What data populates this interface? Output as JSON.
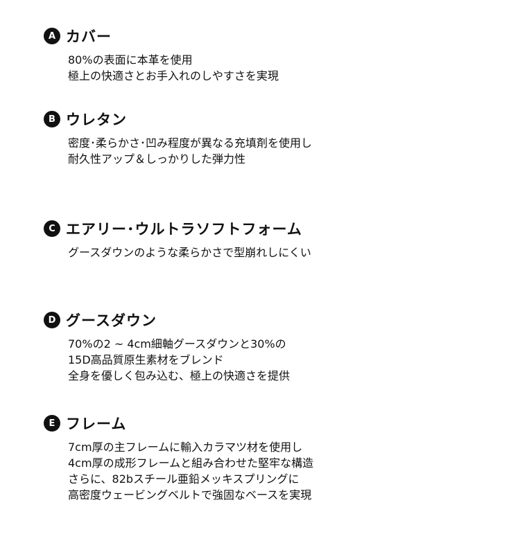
{
  "sections": [
    {
      "badge": "A",
      "title": "カバー",
      "lines": [
        "80%の表面に本革を使用",
        "極上の快適さとお手入れのしやすさを実現"
      ]
    },
    {
      "badge": "B",
      "title": "ウレタン",
      "lines": [
        "密度･柔らかさ･凹み程度が異なる充填剤を使用し",
        "耐久性アップ＆しっかりした弾力性"
      ]
    },
    {
      "badge": "C",
      "title": "エアリー･ウルトラソフトフォーム",
      "lines": [
        "グースダウンのような柔らかさで型崩れしにくい"
      ]
    },
    {
      "badge": "D",
      "title": "グースダウン",
      "lines": [
        "70%の2 ~ 4cm細軸グースダウンと30%の",
        "15D高品質原生素材をブレンド",
        "全身を優しく包み込む、極上の快適さを提供"
      ]
    },
    {
      "badge": "E",
      "title": "フレーム",
      "lines": [
        "7cm厚の主フレームに輸入カラマツ材を使用し",
        "4cm厚の成形フレームと組み合わせた堅牢な構造",
        "さらに、82bスチール亜鉛メッキスプリングに",
        "高密度ウェービングベルトで強固なベースを実現"
      ]
    }
  ]
}
